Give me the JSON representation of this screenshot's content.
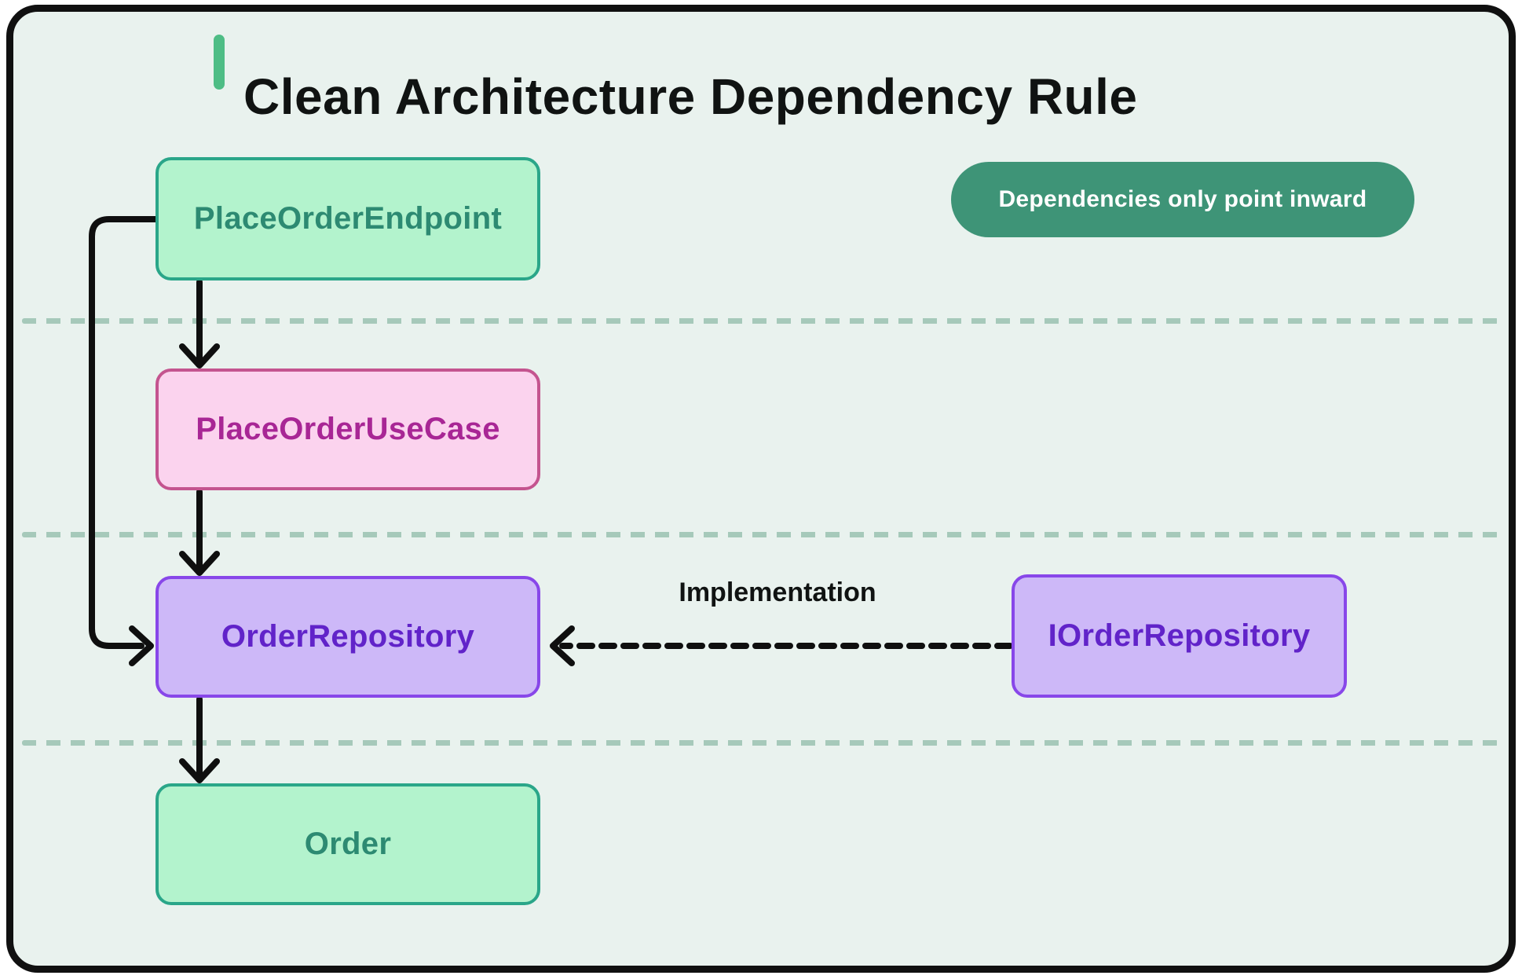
{
  "title": "Clean Architecture Dependency Rule",
  "badge": {
    "label": "Dependencies only point inward"
  },
  "nodes": {
    "endpoint": {
      "label": "PlaceOrderEndpoint"
    },
    "usecase": {
      "label": "PlaceOrderUseCase"
    },
    "repository": {
      "label": "OrderRepository"
    },
    "interface": {
      "label": "IOrderRepository"
    },
    "entity": {
      "label": "Order"
    }
  },
  "edges": {
    "implementation_label": "Implementation"
  },
  "colors": {
    "canvas_background": "#e9f2ee",
    "frame_border": "#101010",
    "title_accent": "#4ebd85",
    "badge_background": "#3e9477",
    "badge_text": "#ffffff",
    "green_node_fill": "#b3f3cd",
    "green_node_border": "#2aa689",
    "green_node_text": "#2d8a72",
    "pink_node_fill": "#fbd3ee",
    "pink_node_border": "#c4548f",
    "pink_node_text": "#a82695",
    "purple_node_fill": "#cdb8f8",
    "purple_node_border": "#8847e9",
    "purple_node_text": "#6123c9",
    "separator_dash": "#a6c9ba",
    "arrow": "#0f0f0f"
  }
}
